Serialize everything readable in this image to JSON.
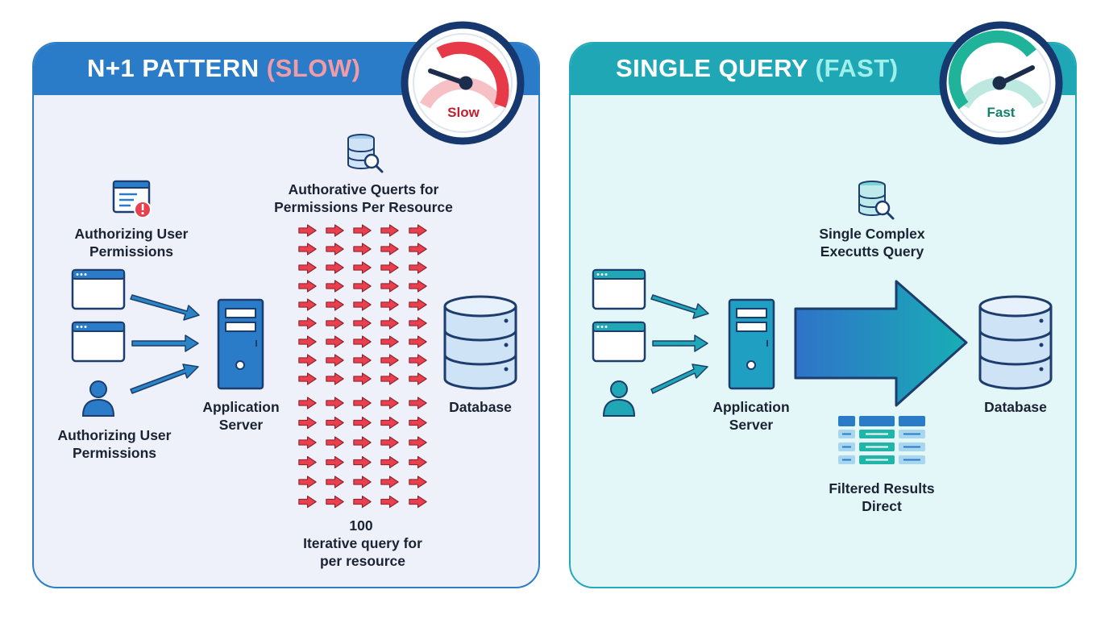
{
  "left": {
    "title_main": "N+1 PATTERN",
    "title_accent": "(SLOW)",
    "gauge_label": "Slow",
    "label_permissions_top": [
      "Authorizing User",
      "Permissions"
    ],
    "label_permissions_bottom": [
      "Authorizing User",
      "Permissions"
    ],
    "label_queries": [
      "Authorative Querts for",
      "Permissions Per Resource"
    ],
    "label_app_server": [
      "Application",
      "Server"
    ],
    "label_database": "Database",
    "label_count": "100",
    "label_iterative": [
      "Iterative query for",
      "per resource"
    ],
    "colors": {
      "border": "#2f7dc6",
      "banner": "#2a7cc9",
      "arrow": "#e8404e",
      "gauge": "#e8404e"
    }
  },
  "right": {
    "title_main": "SINGLE QUERY",
    "title_accent": "(FAST)",
    "gauge_label": "Fast",
    "label_query": [
      "Single Complex",
      "Executts Query"
    ],
    "label_app_server": [
      "Application",
      "Server"
    ],
    "label_database": "Database",
    "label_results": [
      "Filtered Results",
      "Direct"
    ],
    "colors": {
      "border": "#23a9b8",
      "banner": "#1fa7b6",
      "gauge": "#1fb39a"
    }
  },
  "icons": {
    "browser": "browser-window-icon",
    "user": "user-icon",
    "server": "server-icon",
    "database": "database-icon",
    "db_search": "database-search-icon",
    "alert_doc": "alert-document-icon",
    "results_table": "results-table-icon",
    "gauge": "speedometer-icon",
    "arrow": "arrow-icon"
  }
}
